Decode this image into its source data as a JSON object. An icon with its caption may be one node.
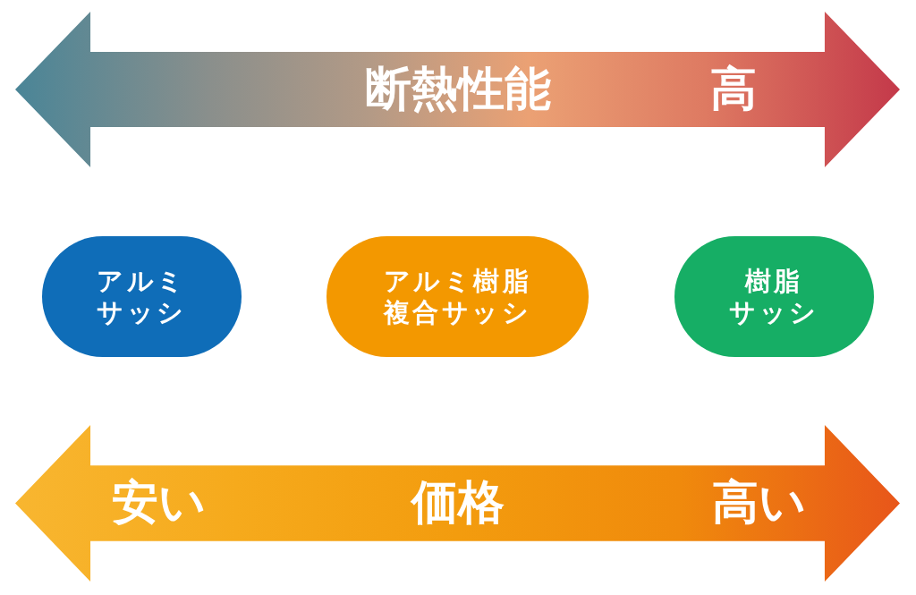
{
  "diagram": {
    "nodes": [
      {
        "text": [
          "断熱性能",
          "高"
        ]
      },
      {
        "text": [
          "アルミサッシ"
        ]
      },
      {
        "text": [
          "アルミ樹脂複合サッシ"
        ]
      },
      {
        "text": [
          "樹脂サッシ"
        ]
      },
      {
        "text": [
          "安い",
          "価格",
          "高い"
        ]
      }
    ],
    "edges": []
  }
}
